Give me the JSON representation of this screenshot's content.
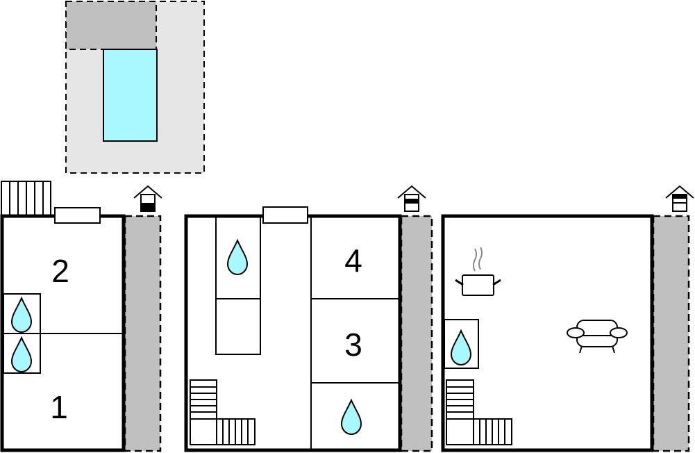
{
  "floorplan": {
    "colors": {
      "pool": "#aaf8ff",
      "terrace": "#c0c0c0",
      "garden": "#e6e6e6"
    },
    "floor1": {
      "room_top": "2",
      "room_bottom": "1"
    },
    "floor2": {
      "room_top": "4",
      "room_middle": "3"
    }
  }
}
